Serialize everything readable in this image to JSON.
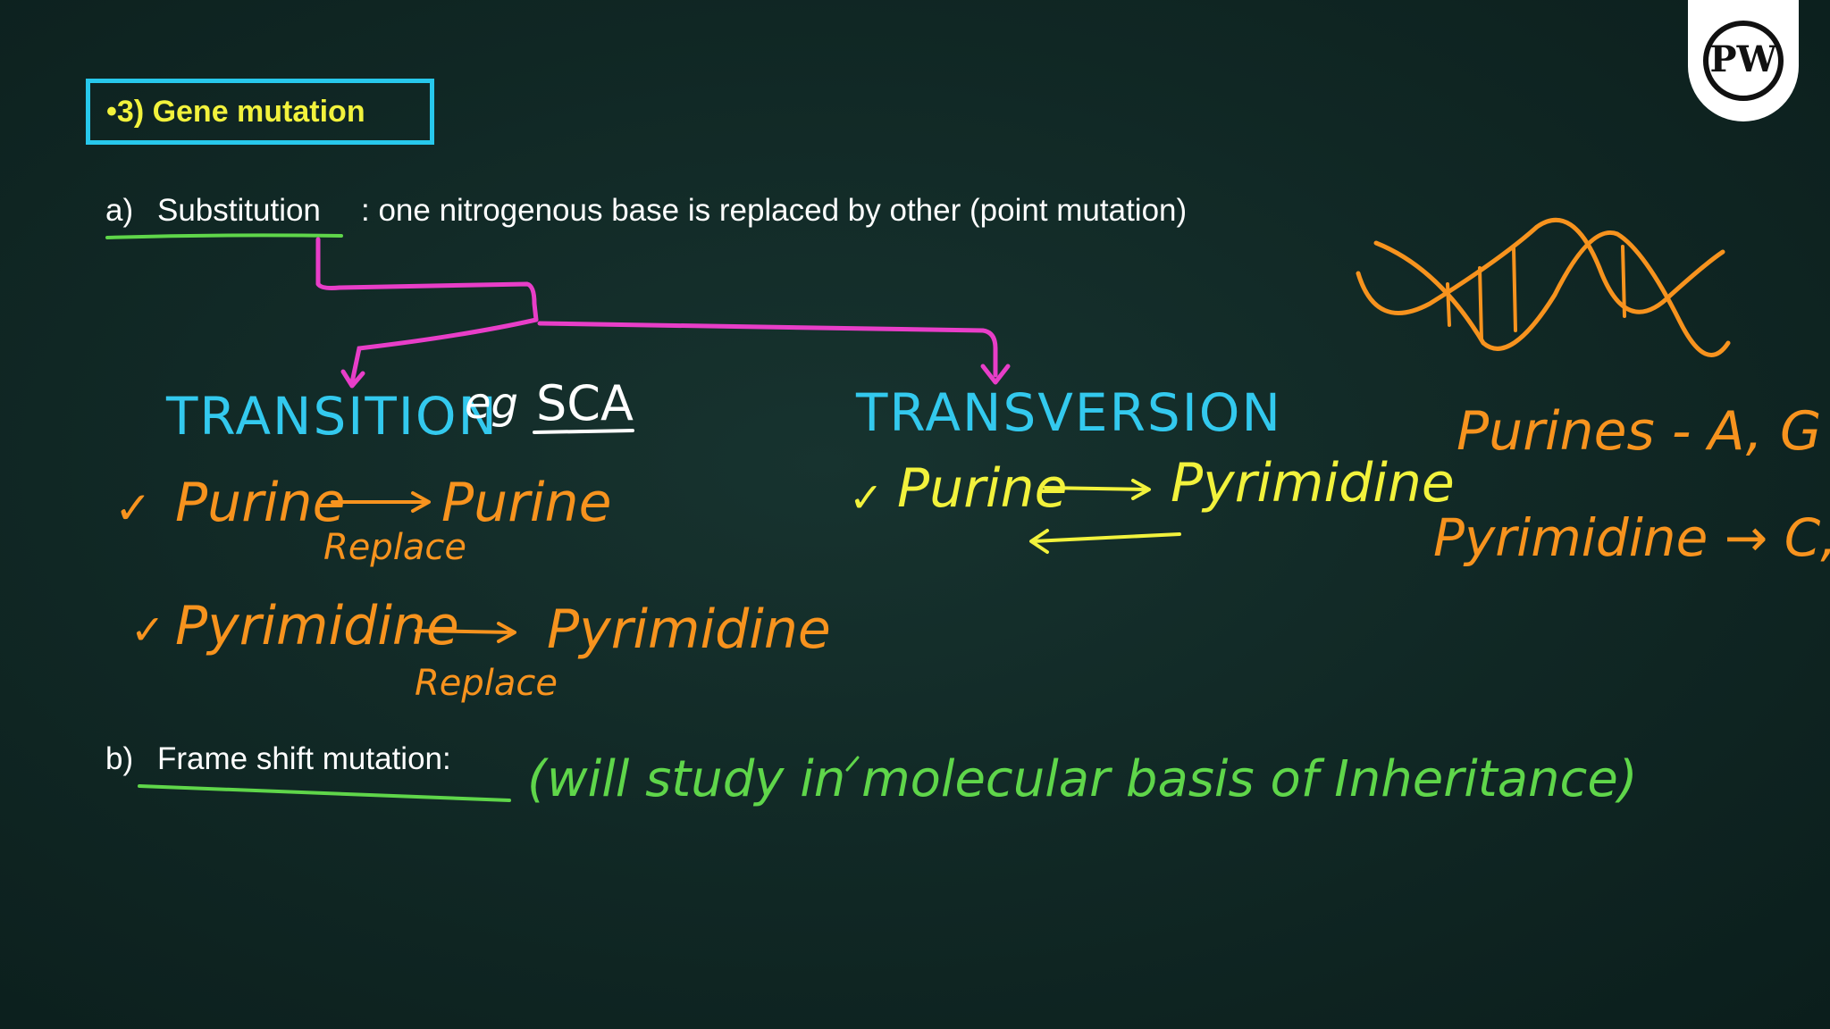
{
  "title": {
    "text": "•3) Gene mutation"
  },
  "logo": {
    "text": "PW"
  },
  "line_a": {
    "label": "a)",
    "term": "Substitution",
    "definition": ": one nitrogenous base is replaced by other (point mutation)"
  },
  "transition": {
    "heading": "TRANSITION",
    "example_prefix": "eg",
    "example": "SCA",
    "check": "✓",
    "row1_from": "Purine",
    "row1_to": "Purine",
    "row1_note": "Replace",
    "row2_from": "Pyrimidine",
    "row2_to": "Pyrimidine",
    "row2_note": "Replace"
  },
  "transversion": {
    "heading": "TRANSVERSION",
    "check": "✓",
    "from": "Purine",
    "to": "Pyrimidine"
  },
  "bases": {
    "purines": "Purines - A, G",
    "pyrimidines": "Pyrimidine → C, U, T"
  },
  "line_b": {
    "label": "b)",
    "term": "Frame shift mutation:",
    "note": "(will study in molecular basis of Inheritance)"
  },
  "colors": {
    "background": "#102724",
    "title_border": "#27c8ec",
    "title_text": "#f2f23c",
    "cyan": "#33c9ee",
    "orange": "#f7931e",
    "yellow": "#f2f23c",
    "green": "#5fd64a",
    "magenta": "#e83ec8"
  }
}
